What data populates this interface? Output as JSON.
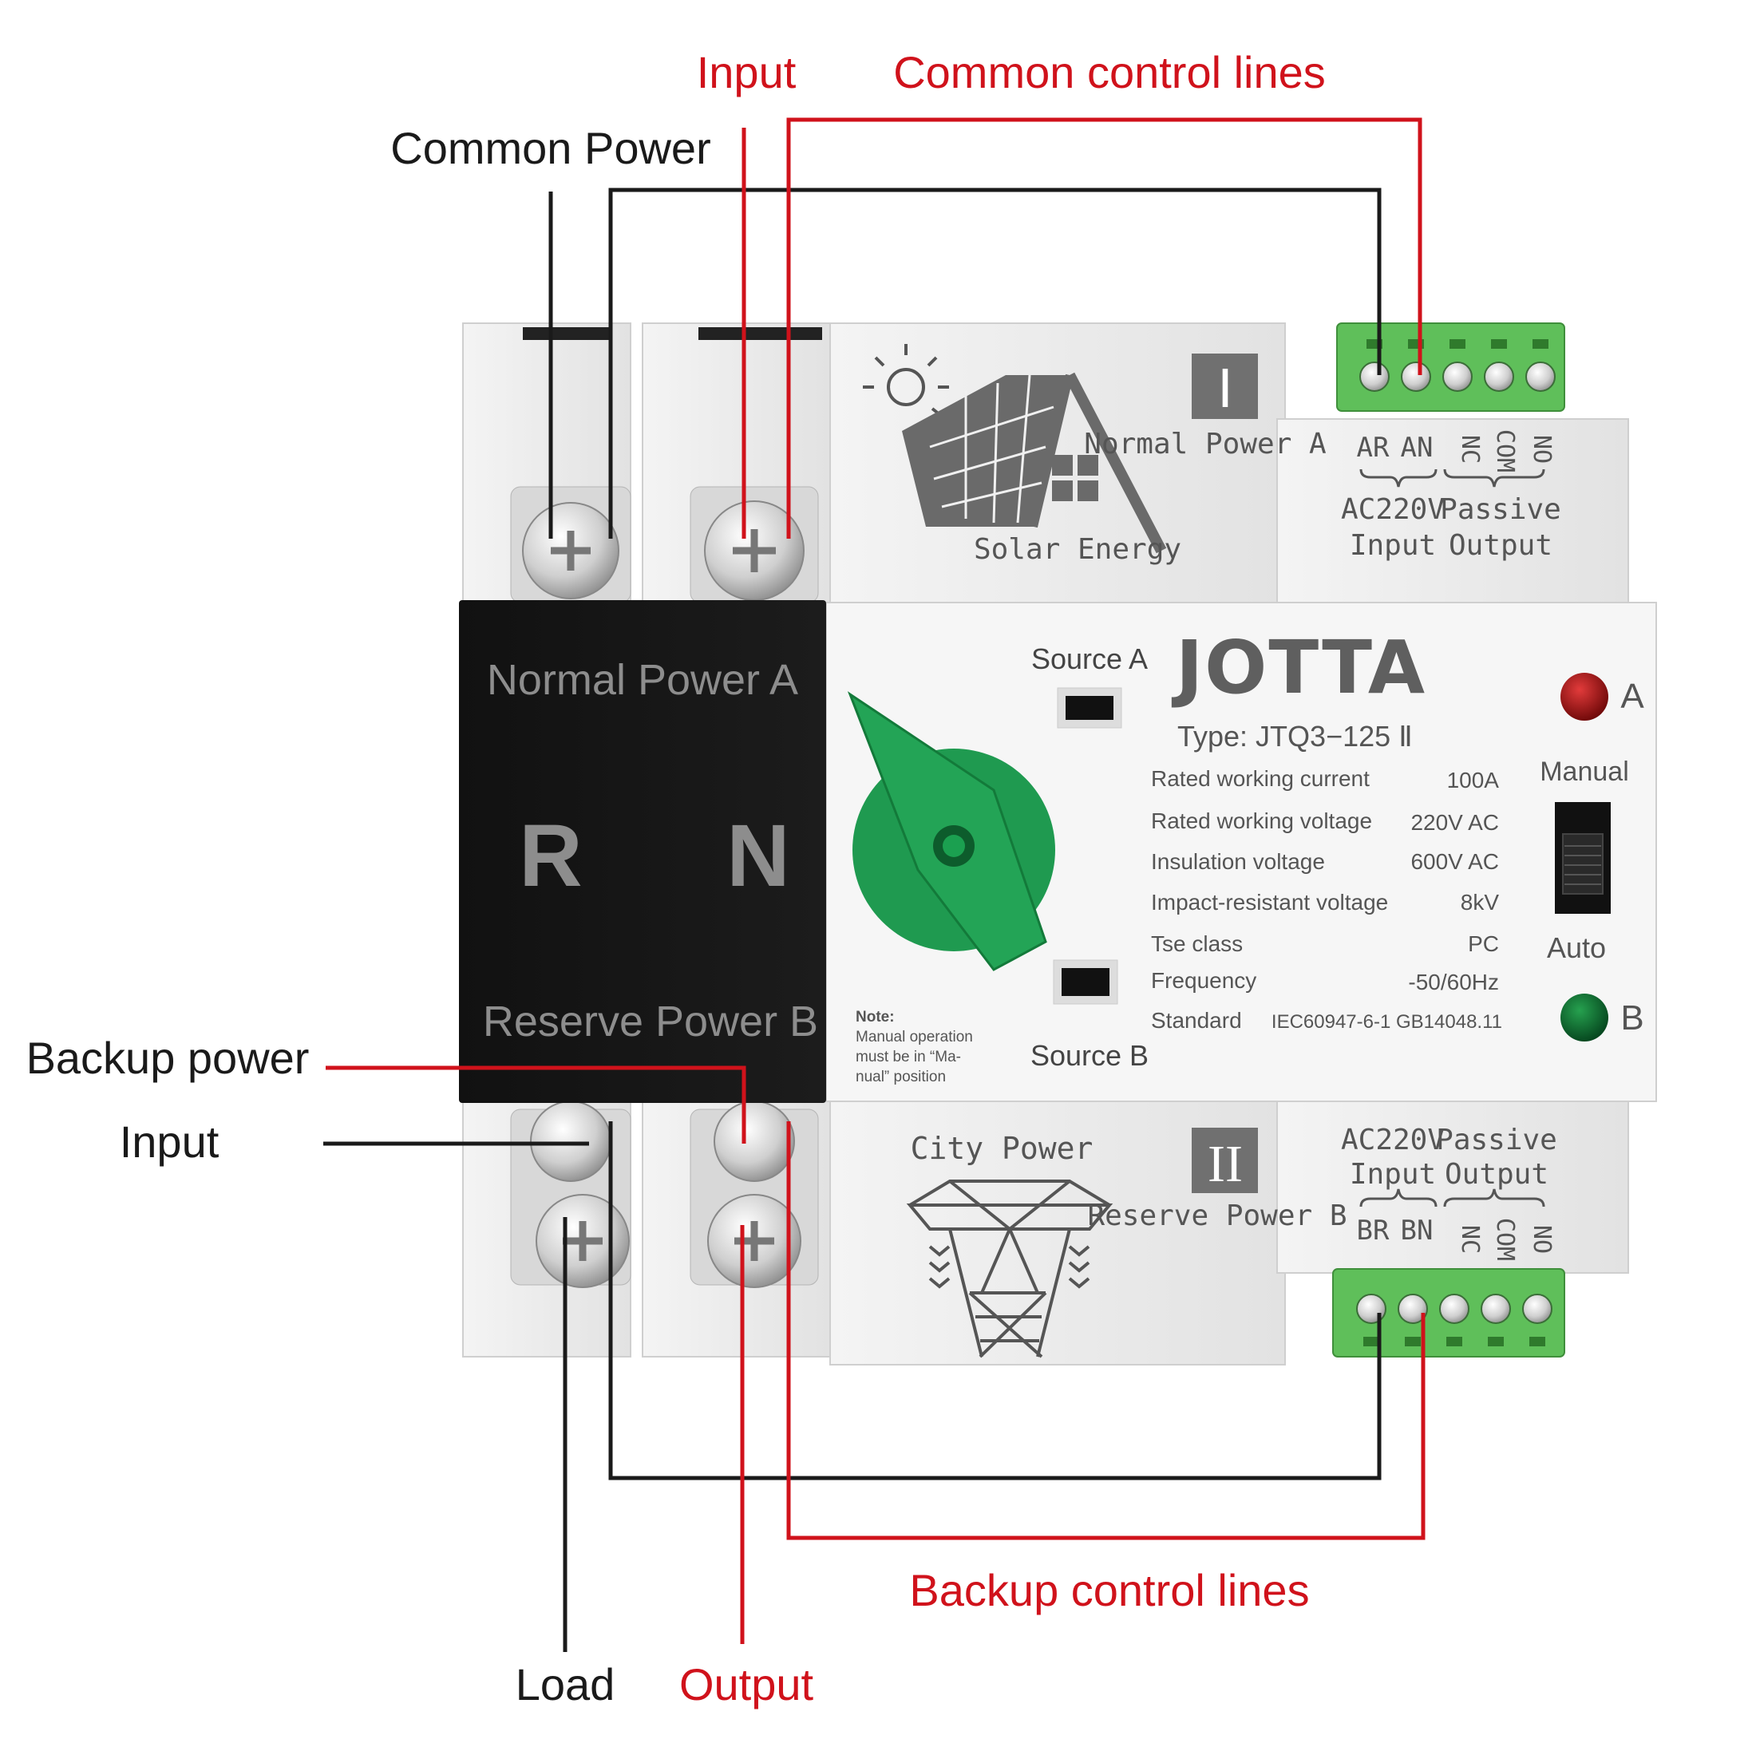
{
  "callouts": {
    "input_top": "Input",
    "common_control_lines": "Common control lines",
    "common_power": "Common Power",
    "backup_power": "Backup power",
    "input_left": "Input",
    "backup_control_lines": "Backup control lines",
    "load": "Load",
    "output": "Output"
  },
  "colors": {
    "red": "#d0121b",
    "black": "#1a1a1a",
    "green": "#2aa55a",
    "terminal_green": "#5fbf5a"
  },
  "device": {
    "brand": "JOTTA",
    "type_label": "Type:  JTQ3−125  Ⅱ",
    "black_panel": {
      "top_label": "Normal  Power  A",
      "r": "R",
      "n": "N",
      "bottom_label": "Reserve  Power  B"
    },
    "source_a": "Source A",
    "source_b": "Source B",
    "note": [
      "Note:",
      "Manual operation",
      "must be in “Ma-",
      "nual” position"
    ],
    "specs": [
      {
        "label": "Rated working current",
        "value": "100A"
      },
      {
        "label": "Rated working voltage",
        "value": "220V AC"
      },
      {
        "label": "Insulation voltage",
        "value": "600V AC"
      },
      {
        "label": "Impact-resistant voltage",
        "value": "8kV"
      },
      {
        "label": "Tse class",
        "value": "PC"
      },
      {
        "label": "Frequency",
        "value": "-50/60Hz"
      },
      {
        "label": "Standard",
        "value": "IEC60947-6-1 GB14048.11"
      }
    ],
    "indicator_a": "A",
    "indicator_b": "B",
    "manual": "Manual",
    "auto": "Auto",
    "top_module": {
      "roman": "I",
      "name": "Normal  Power  A",
      "solar": "Solar  Energy",
      "t1": "AR",
      "t2": "AN",
      "t3": "NC",
      "t4": "COM",
      "t5": "NO",
      "g1a": "AC220V",
      "g1b": "Input",
      "g2a": "Passive",
      "g2b": "Output"
    },
    "bottom_module": {
      "roman": "II",
      "name": "Reserve  Power  B",
      "city": "City  Power",
      "t1": "BR",
      "t2": "BN",
      "t3": "NC",
      "t4": "COM",
      "t5": "NO",
      "g1a": "AC220V",
      "g1b": "Input",
      "g2a": "Passive",
      "g2b": "Output"
    }
  }
}
